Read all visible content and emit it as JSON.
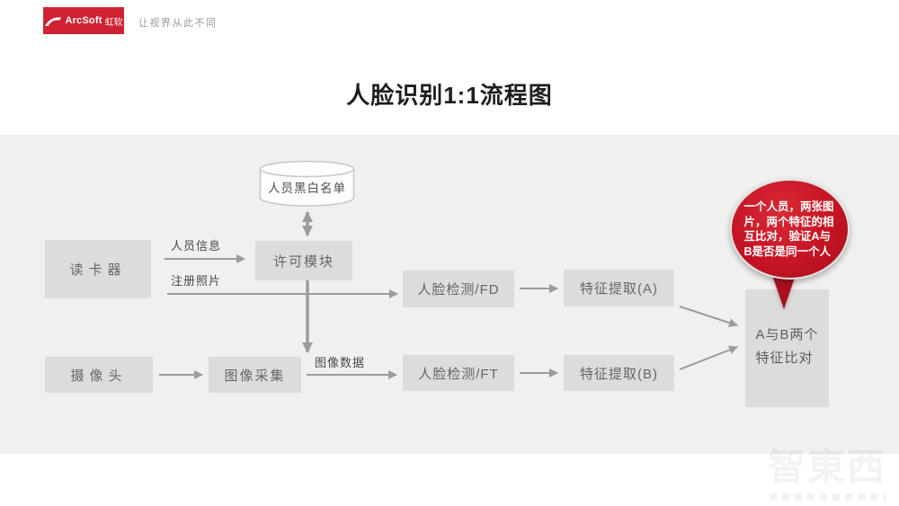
{
  "header": {
    "brand": "ArcSoft",
    "brand_cn": "虹软",
    "tagline": "让视界从此不同"
  },
  "title": "人脸识别1:1流程图",
  "flowchart": {
    "nodes": {
      "blacklist_db": "人员黑白名单",
      "card_reader": "读卡器",
      "permission_module": "许可模块",
      "face_detect_fd": "人脸检测/FD",
      "feature_extract_a": "特征提取(A)",
      "camera": "摄像头",
      "image_capture": "图像采集",
      "face_detect_ft": "人脸检测/FT",
      "feature_extract_b": "特征提取(B)",
      "compare": "A与B两个\n特征比对"
    },
    "edge_labels": {
      "person_info": "人员信息",
      "register_photo": "注册照片",
      "image_data": "图像数据"
    },
    "callout": "一个人员，两张图片，两个特征的相互比对，验证A与B是否是同一个人"
  },
  "watermark": "智東西",
  "colors": {
    "brand_red": "#cf2232",
    "callout_red": "#c51423",
    "panel_gray": "#f0f0ef",
    "node_gray": "#dcdcdc",
    "arrow_gray": "#a0a0a0",
    "node_text_gray": "#666666"
  }
}
